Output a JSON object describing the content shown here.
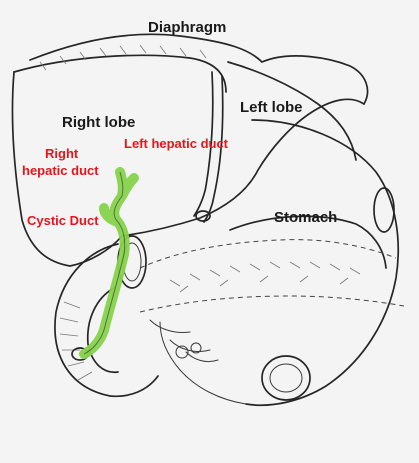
{
  "colors": {
    "ink": "#262626",
    "annotation_red": "#e8141c",
    "bile_duct_green": "#86d24a",
    "paper": "#f4f4f4"
  },
  "labels": {
    "diaphragm": "Diaphragm",
    "right_lobe": "Right lobe",
    "left_lobe": "Left lobe",
    "stomach": "Stomach",
    "right_hepatic_duct_line1": "Right",
    "right_hepatic_duct_line2": "hepatic duct",
    "left_hepatic_duct": "Left hepatic duct",
    "cystic_duct": "Cystic Duct"
  }
}
